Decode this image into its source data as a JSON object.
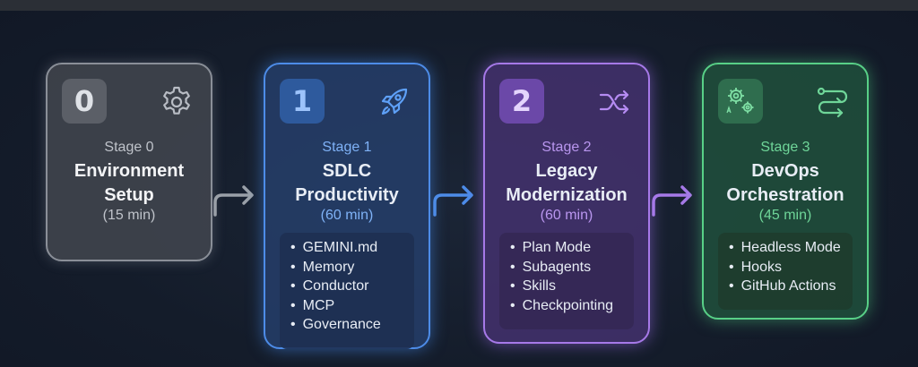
{
  "stages": [
    {
      "number": "0",
      "icon": "gear-icon",
      "stage_label": "Stage 0",
      "title_line1": "Environment",
      "title_line2": "Setup",
      "duration": "(15 min)",
      "items": [],
      "accent": "#8a8f98"
    },
    {
      "number": "1",
      "icon": "rocket-icon",
      "stage_label": "Stage 1",
      "title_line1": "SDLC",
      "title_line2": "Productivity",
      "duration": "(60 min)",
      "items": [
        "GEMINI.md",
        "Memory",
        "Conductor",
        "MCP",
        "Governance"
      ],
      "accent": "#4d8ce8"
    },
    {
      "number": "2",
      "icon": "shuffle-icon",
      "stage_label": "Stage 2",
      "title_line1": "Legacy",
      "title_line2": "Modernization",
      "duration": "(60 min)",
      "items": [
        "Plan Mode",
        "Subagents",
        "Skills",
        "Checkpointing"
      ],
      "accent": "#a679e8"
    },
    {
      "number": "",
      "icon": "gears-icon",
      "stage_label": "Stage 3",
      "title_line1": "DevOps",
      "title_line2": "Orchestration",
      "duration": "(45 min)",
      "items": [
        "Headless Mode",
        "Hooks",
        "GitHub Actions"
      ],
      "accent": "#58d087",
      "secondary_icon": "workflow-icon"
    }
  ]
}
